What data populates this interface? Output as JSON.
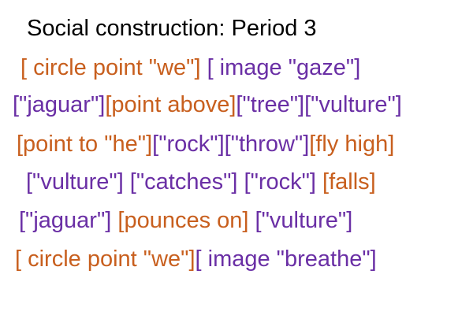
{
  "colors": {
    "title": "#000000",
    "orange": "#c85f1e",
    "purple": "#6a2fa5"
  },
  "title": "Social construction: Period 3",
  "lines": [
    {
      "segments": [
        {
          "text": "[ circle point \"we\"]",
          "color": "orange"
        },
        {
          "text": " [ image \"gaze\"]",
          "color": "purple"
        }
      ]
    },
    {
      "segments": [
        {
          "text": "[\"jaguar\"]",
          "color": "purple"
        },
        {
          "text": "[point above]",
          "color": "orange"
        },
        {
          "text": "[\"tree\"][\"vulture\"]",
          "color": "purple"
        }
      ]
    },
    {
      "segments": [
        {
          "text": "[point to \"he\"]",
          "color": "orange"
        },
        {
          "text": "[\"rock\"][\"throw\"]",
          "color": "purple"
        },
        {
          "text": "[fly high]",
          "color": "orange"
        }
      ]
    },
    {
      "segments": [
        {
          "text": "[\"vulture\"] [\"catches\"] [\"rock\"]",
          "color": "purple"
        },
        {
          "text": " [falls]",
          "color": "orange"
        }
      ]
    },
    {
      "segments": [
        {
          "text": "[\"jaguar\"]",
          "color": "purple"
        },
        {
          "text": "  [pounces on]",
          "color": "orange"
        },
        {
          "text": " [\"vulture\"]",
          "color": "purple"
        }
      ]
    },
    {
      "segments": [
        {
          "text": "[ circle point \"we\"]",
          "color": "orange"
        },
        {
          "text": "[ image \"breathe\"]",
          "color": "purple"
        }
      ]
    }
  ]
}
